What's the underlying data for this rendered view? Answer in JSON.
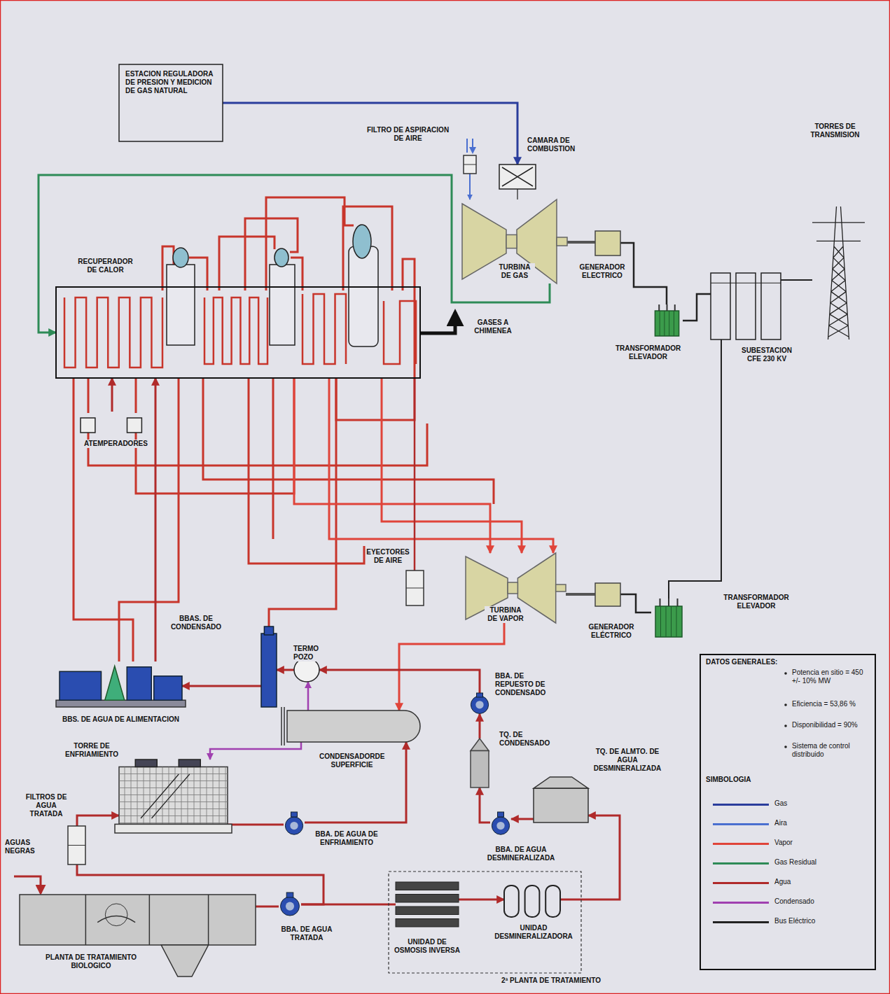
{
  "diagram": {
    "nodes": [
      {
        "text": [
          "ESTACION REGULADORA DE PRESION Y MEDICION DE GAS NATURAL"
        ]
      },
      {
        "text": [
          "FILTRO DE ASPIRACION DE AIRE"
        ]
      },
      {
        "text": [
          "CAMARA DE COMBUSTION"
        ]
      },
      {
        "text": [
          "TORRES DE TRANSMISION"
        ]
      },
      {
        "text": [
          "RECUPERADOR DE CALOR"
        ]
      },
      {
        "text": [
          "TURBINA DE GAS"
        ]
      },
      {
        "text": [
          "GENERADOR ELECTRICO"
        ]
      },
      {
        "text": [
          "ATEMPERADORES"
        ]
      },
      {
        "text": [
          "TRANSFORMADOR ELEVADOR"
        ]
      },
      {
        "text": [
          "SUBESTACION CFE 230 KV"
        ]
      },
      {
        "text": [
          "EYECTORES DE AIRE"
        ]
      },
      {
        "text": [
          "TURBINA DE VAPOR"
        ]
      },
      {
        "text": [
          "BBAS. DE CONDENSADO"
        ]
      },
      {
        "text": [
          "GENERADOR ELÉCTRICO"
        ]
      },
      {
        "text": [
          "TERMO POZO"
        ]
      },
      {
        "text": [
          "TRANSFORMADOR ELEVADOR"
        ]
      },
      {
        "text": [
          "BBS. DE AGUA DE ALIMENTACION"
        ]
      },
      {
        "text": [
          "BBA. DE REPUESTO DE CONDENSADO"
        ]
      },
      {
        "text": [
          "TQ. DE CONDENSADO"
        ]
      },
      {
        "text": [
          "CONDENSADORDE SUPERFICIE"
        ]
      },
      {
        "text": [
          "TORRE DE ENFRIAMIENTO"
        ]
      },
      {
        "text": [
          "TQ. DE ALMTO. DE AGUA DESMINERALIZADA"
        ]
      },
      {
        "text": [
          "FILTROS DE AGUA TRATADA"
        ]
      },
      {
        "text": [
          "BBA. DE AGUA DE ENFRIAMIENTO"
        ]
      },
      {
        "text": [
          "BBA. DE AGUA DESMINERALIZADA"
        ]
      },
      {
        "text": [
          "PLANTA DE TRATAMIENTO BIOLOGICO"
        ]
      },
      {
        "text": [
          "BBA. DE AGUA TRATADA"
        ]
      },
      {
        "text": [
          "2ª PLANTA DE TRATAMIENTO"
        ]
      },
      {
        "text": [
          "UNIDAD DE OSMOSIS INVERSA"
        ],
        "in": 27
      },
      {
        "text": [
          "UNIDAD DESMINERALIZADORA"
        ],
        "in": 27
      },
      {
        "text": [
          "DATOS GENERALES:",
          "Potencia en sitio = 450 +/- 10% MW",
          "Eficiencia = 53,86 %",
          "Disponibilidad = 90%",
          "Sistema de control distribuido",
          "SIMBOLOGIA"
        ]
      }
    ],
    "edges": [
      {
        "from": 0,
        "to": 2,
        "arrow": "to"
      },
      {
        "from": 1,
        "to": 5,
        "arrow": "to"
      },
      {
        "from": 2,
        "to": 5,
        "arrow": "none"
      },
      {
        "from": 5,
        "to": 4,
        "arrow": "to"
      },
      {
        "from": 5,
        "to": 6,
        "arrow": "none"
      },
      {
        "from": 6,
        "to": 8,
        "arrow": "none"
      },
      {
        "from": 8,
        "to": 9,
        "arrow": "none"
      },
      {
        "from": 9,
        "to": 3,
        "arrow": "none"
      },
      {
        "from": 15,
        "to": 9,
        "arrow": "none"
      },
      {
        "from": 11,
        "to": 13,
        "arrow": "none"
      },
      {
        "from": 13,
        "to": 15,
        "arrow": "none"
      },
      {
        "from": 4,
        "to": 11,
        "arrow": "to"
      },
      {
        "from": 4,
        "to": 11,
        "arrow": "to"
      },
      {
        "from": 4,
        "to": 11,
        "arrow": "to"
      },
      {
        "from": 11,
        "to": 19,
        "arrow": "to"
      },
      {
        "from": 19,
        "to": 14,
        "arrow": "to"
      },
      {
        "from": 14,
        "to": 12,
        "arrow": "to"
      },
      {
        "from": 17,
        "to": 14,
        "arrow": "to"
      },
      {
        "from": 18,
        "to": 17,
        "arrow": "to"
      },
      {
        "from": 24,
        "to": 18,
        "arrow": "to"
      },
      {
        "from": 21,
        "to": 24,
        "arrow": "to"
      },
      {
        "from": 29,
        "to": 21,
        "arrow": "to"
      },
      {
        "from": 28,
        "to": 29,
        "arrow": "to"
      },
      {
        "from": 26,
        "to": 28,
        "arrow": "none"
      },
      {
        "from": 25,
        "to": 26,
        "arrow": "none"
      },
      {
        "from": 26,
        "to": 22,
        "arrow": "none"
      },
      {
        "from": 22,
        "to": 20,
        "arrow": "to"
      },
      {
        "from": 20,
        "to": 23,
        "arrow": "none"
      },
      {
        "from": 23,
        "to": 19,
        "arrow": "to"
      },
      {
        "from": 19,
        "to": 20,
        "arrow": "to"
      },
      {
        "from": 16,
        "to": 4,
        "arrow": "to"
      },
      {
        "from": 12,
        "to": 16,
        "arrow": "to"
      },
      {
        "from": 10,
        "to": 4,
        "arrow": "none"
      },
      {
        "from": 7,
        "to": 4,
        "arrow": "to"
      }
    ],
    "labels": [
      "GASES A CHIMENEA",
      "AGUAS NEGRAS"
    ],
    "legend": [
      {
        "text": "Gas",
        "color": "#2a3d9c"
      },
      {
        "text": "Aira",
        "color": "#4a6fd0"
      },
      {
        "text": "Vapor",
        "color": "#e0443a"
      },
      {
        "text": "Gas Residual",
        "color": "#2e8b57"
      },
      {
        "text": "Agua",
        "color": "#b02a2a"
      },
      {
        "text": "Condensado",
        "color": "#a040b0"
      },
      {
        "text": "Bus Eléctrico",
        "color": "#222222"
      }
    ]
  }
}
